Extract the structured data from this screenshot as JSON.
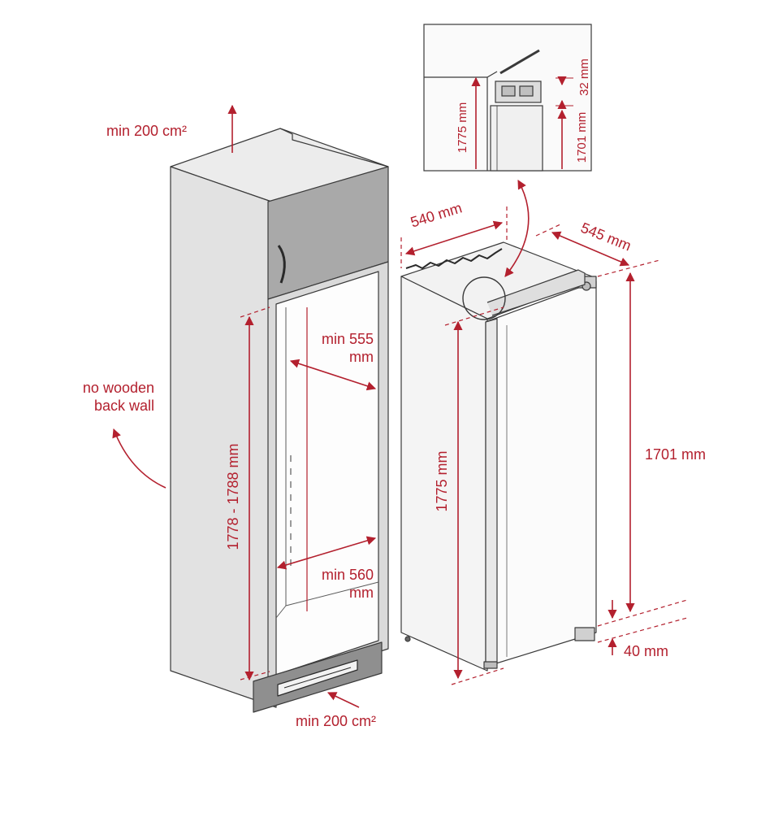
{
  "colors": {
    "accent": "#b3202e",
    "outline": "#3a3a3a",
    "cabinet_fill": "#e6e6e6",
    "cabinet_side": "#d9d9d9",
    "cabinet_dark": "#9b9b9b",
    "appliance_fill": "#f4f4f4"
  },
  "labels": {
    "top_vent": "min 200 cm²",
    "bottom_vent": "min 200 cm²",
    "no_back_wall": [
      "no wooden",
      "back wall"
    ],
    "niche_height": "1778 - 1788 mm",
    "niche_depth": [
      "min 555",
      "mm"
    ],
    "niche_width": [
      "min 560",
      "mm"
    ],
    "fridge_width": "540 mm",
    "fridge_depth": "545 mm",
    "fridge_height": "1775 mm",
    "door_height": "1701 mm",
    "bottom_gap": "40 mm",
    "detail_height": "1775 mm",
    "detail_door": "1701 mm",
    "detail_gap": "32 mm"
  }
}
